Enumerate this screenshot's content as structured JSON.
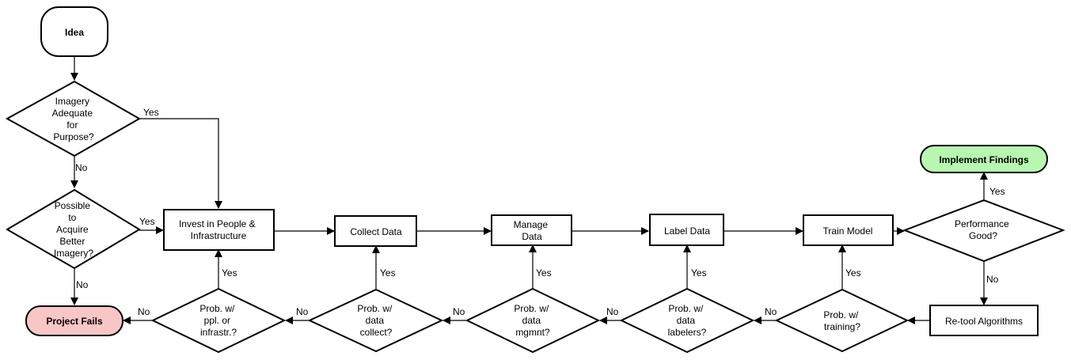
{
  "colors": {
    "implement_fill": "#b7f7b0",
    "fail_fill": "#f9c6c6",
    "stroke": "#000000",
    "background": "#ffffff"
  },
  "nodes": {
    "idea": {
      "lines": [
        "Idea"
      ]
    },
    "imagery_adequate": {
      "lines": [
        "Imagery",
        "Adequate",
        "for",
        "Purpose?"
      ]
    },
    "acquire_better": {
      "lines": [
        "Possible",
        "to",
        "Acquire",
        "Better",
        "Imagery?"
      ]
    },
    "project_fails": {
      "lines": [
        "Project Fails"
      ]
    },
    "invest": {
      "lines": [
        "Invest in People &",
        "Infrastructure"
      ]
    },
    "collect": {
      "lines": [
        "Collect Data"
      ]
    },
    "manage": {
      "lines": [
        "Manage",
        "Data"
      ]
    },
    "label": {
      "lines": [
        "Label Data"
      ]
    },
    "train": {
      "lines": [
        "Train Model"
      ]
    },
    "performance": {
      "lines": [
        "Performance",
        "Good?"
      ]
    },
    "implement": {
      "lines": [
        "Implement Findings"
      ]
    },
    "retool": {
      "lines": [
        "Re-tool Algorithms"
      ]
    },
    "prob_training": {
      "lines": [
        "Prob. w/",
        "training?"
      ]
    },
    "prob_labelers": {
      "lines": [
        "Prob. w/",
        "data",
        "labelers?"
      ]
    },
    "prob_mgmnt": {
      "lines": [
        "Prob. w/",
        "data",
        "mgmnt?"
      ]
    },
    "prob_collect": {
      "lines": [
        "Prob. w/",
        "data",
        "collect?"
      ]
    },
    "prob_ppl": {
      "lines": [
        "Prob. w/",
        "ppl. or",
        "infrastr.?"
      ]
    }
  },
  "edge_labels": {
    "imagery_yes": "Yes",
    "imagery_no": "No",
    "acquire_yes": "Yes",
    "acquire_no": "No",
    "performance_yes": "Yes",
    "performance_no": "No",
    "prob_training_yes": "Yes",
    "prob_training_no": "No",
    "prob_labelers_yes": "Yes",
    "prob_labelers_no": "No",
    "prob_mgmnt_yes": "Yes",
    "prob_mgmnt_no": "No",
    "prob_collect_yes": "Yes",
    "prob_collect_no": "No",
    "prob_ppl_yes": "Yes",
    "prob_ppl_no": "No"
  }
}
